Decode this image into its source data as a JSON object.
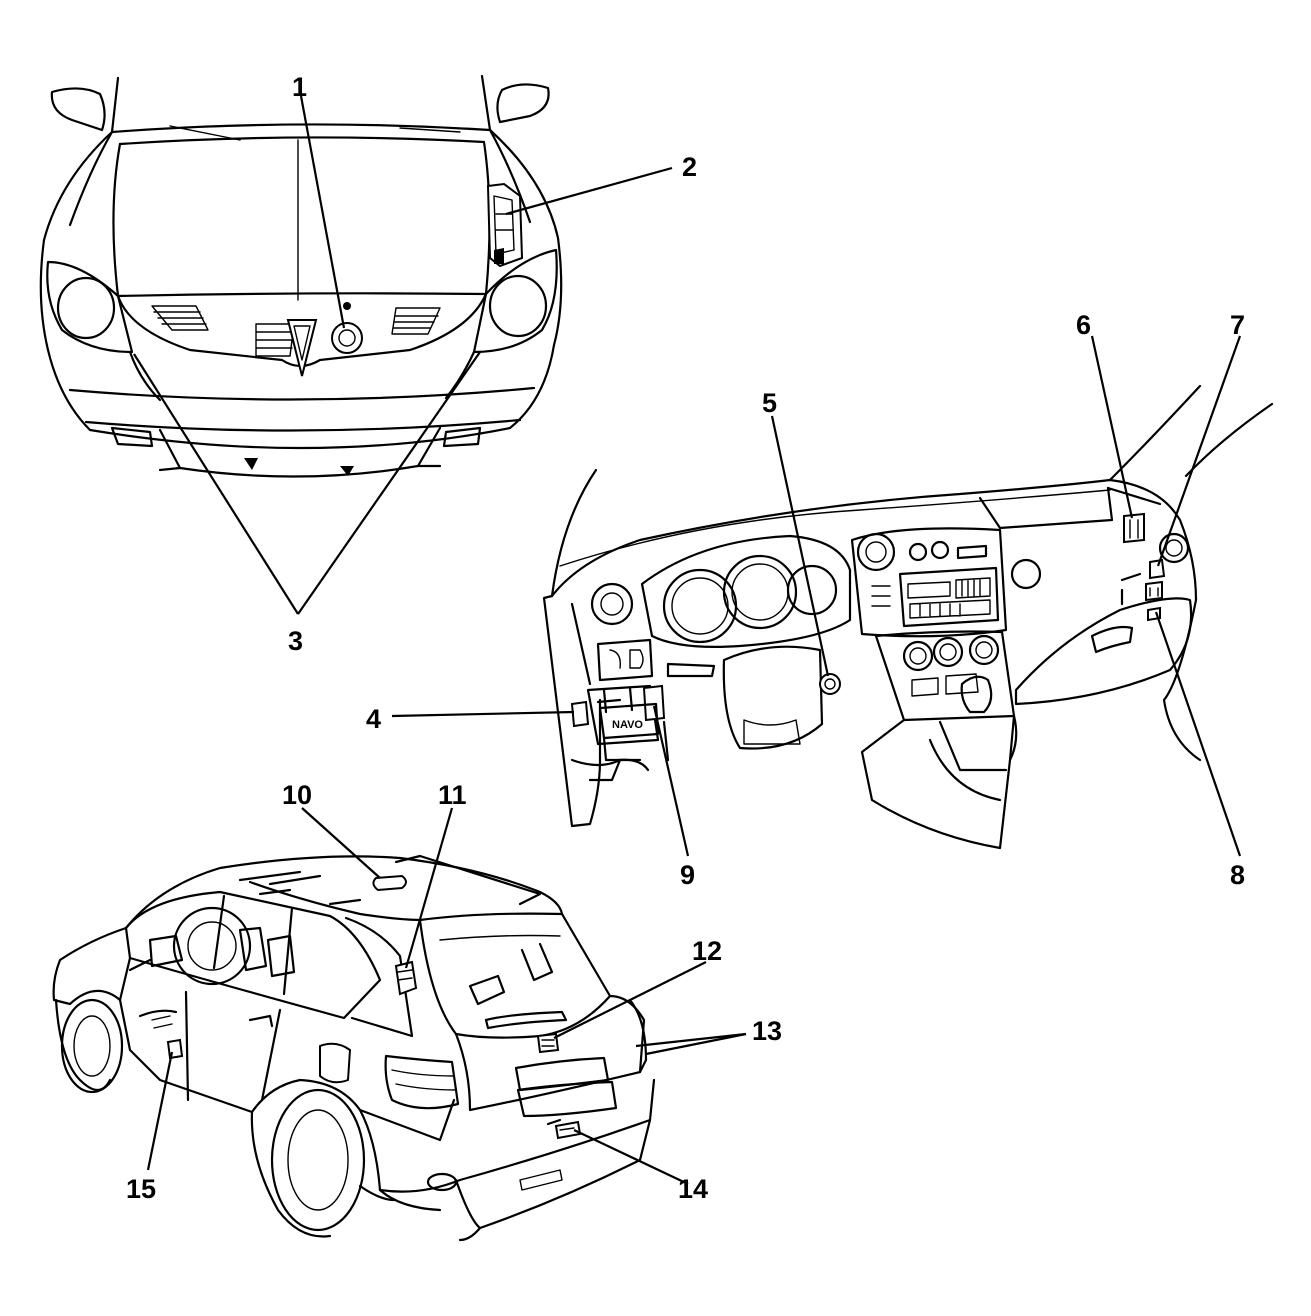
{
  "callouts": [
    {
      "id": 1,
      "label": "1"
    },
    {
      "id": 2,
      "label": "2"
    },
    {
      "id": 3,
      "label": "3"
    },
    {
      "id": 4,
      "label": "4"
    },
    {
      "id": 5,
      "label": "5"
    },
    {
      "id": 6,
      "label": "6"
    },
    {
      "id": 7,
      "label": "7"
    },
    {
      "id": 8,
      "label": "8"
    },
    {
      "id": 9,
      "label": "9"
    },
    {
      "id": 10,
      "label": "10"
    },
    {
      "id": 11,
      "label": "11"
    },
    {
      "id": 12,
      "label": "12"
    },
    {
      "id": 13,
      "label": "13"
    },
    {
      "id": 14,
      "label": "14"
    },
    {
      "id": 15,
      "label": "15"
    }
  ],
  "radio_display": "NAVO"
}
